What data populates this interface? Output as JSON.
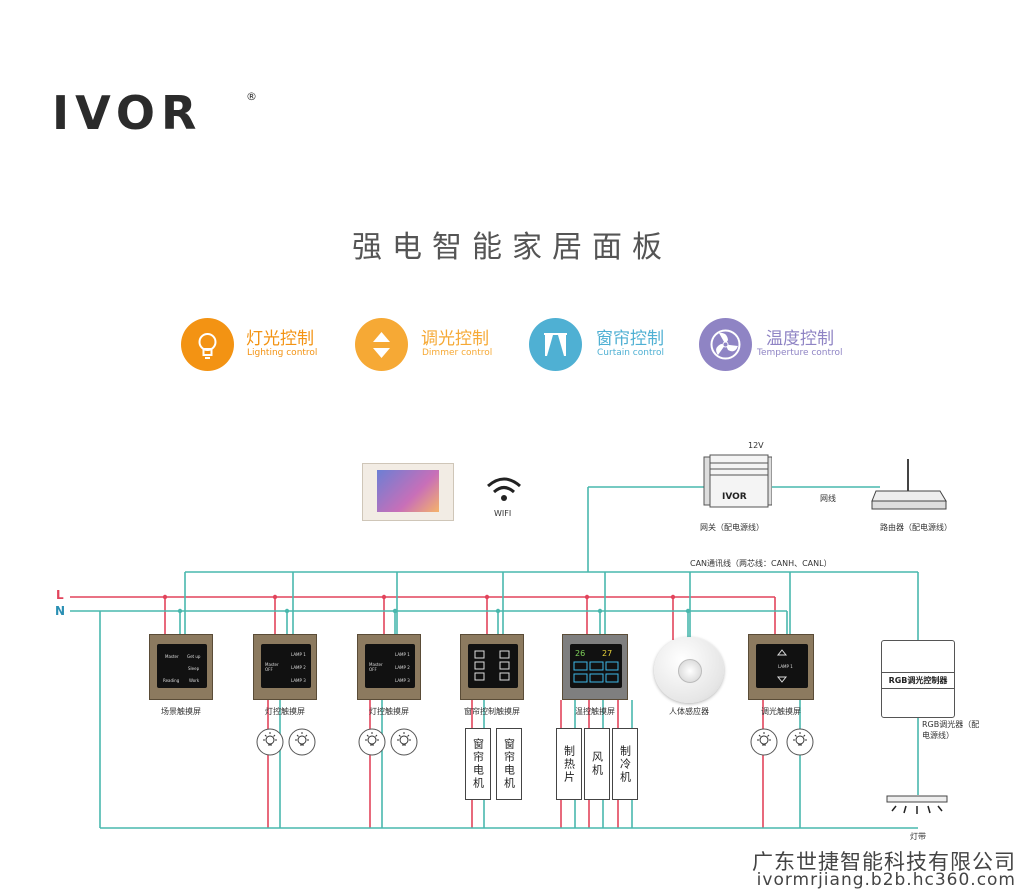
{
  "brand": {
    "name": "IVOR",
    "registered": "®"
  },
  "title": "强电智能家居面板",
  "features": [
    {
      "cn": "灯光控制",
      "en": "Lighting control",
      "color": "#f39313",
      "icon": "bulb-icon"
    },
    {
      "cn": "调光控制",
      "en": "Dimmer control",
      "color": "#f6a935",
      "icon": "up-down-arrows-icon"
    },
    {
      "cn": "窗帘控制",
      "en": "Curtain control",
      "color": "#4fb0d3",
      "icon": "curtain-icon"
    },
    {
      "cn": "温度控制",
      "en": "Temperture control",
      "color": "#8f84c4",
      "icon": "fan-icon"
    }
  ],
  "wifi": {
    "label": "WIFI",
    "icon": "wifi-icon"
  },
  "gateway": {
    "voltage": "12V",
    "brand": "IVOR",
    "label": "网关（配电源线）",
    "icon": "gateway-icon"
  },
  "network_line": "网线",
  "router": {
    "label": "路由器（配电源线）",
    "icon": "router-icon"
  },
  "can_bus": "CAN通讯线（两芯线：CANH、CANL）",
  "lines": {
    "L": "L",
    "N": "N",
    "l_color": "#e2445c",
    "n_color": "#49b8ad"
  },
  "panels": [
    {
      "label": "场景触摸屏",
      "screen": [
        "Master",
        "Get up",
        "Sleep",
        "Reading",
        "Work"
      ]
    },
    {
      "label": "灯控触摸屏",
      "screen": [
        "Master OFF",
        "LAMP 1",
        "LAMP 2",
        "LAMP 3"
      ]
    },
    {
      "label": "灯控触摸屏",
      "screen": [
        "Master OFF",
        "LAMP 1",
        "LAMP 2",
        "LAMP 3"
      ]
    },
    {
      "label": "窗帘控制触摸屏",
      "screen": []
    },
    {
      "label": "温控触摸屏",
      "screen": [
        "26",
        "27"
      ]
    },
    {
      "label": "调光触摸屏",
      "screen": [
        "LAMP 1"
      ]
    }
  ],
  "sensor": {
    "label": "人体感应器",
    "icon": "motion-sensor-icon"
  },
  "rgb": {
    "box_label": "RGB调光控制器",
    "label": "RGB调光器（配电源线）",
    "strip_label": "灯带",
    "icon": "led-strip-icon"
  },
  "loads": {
    "curtain_motor": "窗帘电机",
    "heating": "制热片",
    "fan": "风机",
    "cooling": "制冷机"
  },
  "footer": {
    "company": "广东世捷智能科技有限公司",
    "site": "ivormrjiang.b2b.hc360.com"
  }
}
